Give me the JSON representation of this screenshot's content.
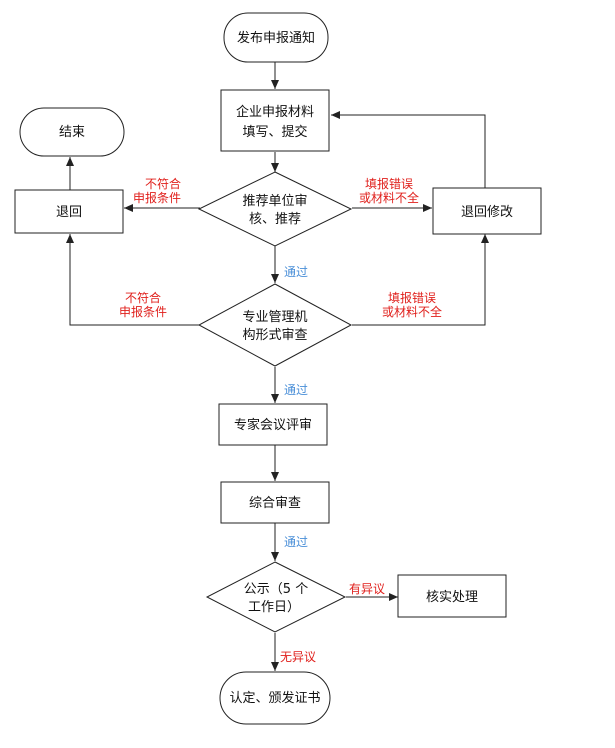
{
  "nodes": {
    "publish_notice": "发布申报通知",
    "enterprise_submit_l1": "企业申报材料",
    "enterprise_submit_l2": "填写、提交",
    "end": "结束",
    "return1": "退回",
    "return_modify": "退回修改",
    "recommend_l1": "推荐单位审",
    "recommend_l2": "核、推荐",
    "formal_review_l1": "专业管理机",
    "formal_review_l2": "构形式审查",
    "expert_review": "专家会议评审",
    "comprehensive_review": "综合审查",
    "publicity_l1": "公示（5 个",
    "publicity_l2": "工作日）",
    "verify_handle": "核实处理",
    "certify": "认定、颁发证书"
  },
  "labels": {
    "not_qualified_1_l1": "不符合",
    "not_qualified_1_l2": "申报条件",
    "fill_error_1_l1": "填报错误",
    "fill_error_1_l2": "或材料不全",
    "pass_1": "通过",
    "not_qualified_2_l1": "不符合",
    "not_qualified_2_l2": "申报条件",
    "fill_error_2_l1": "填报错误",
    "fill_error_2_l2": "或材料不全",
    "pass_2": "通过",
    "pass_3": "通过",
    "has_objection": "有异议",
    "no_objection": "无异议"
  },
  "colors": {
    "reject_label": "#e0201c",
    "pass_label": "#4a8fd8",
    "stroke": "#222222"
  }
}
